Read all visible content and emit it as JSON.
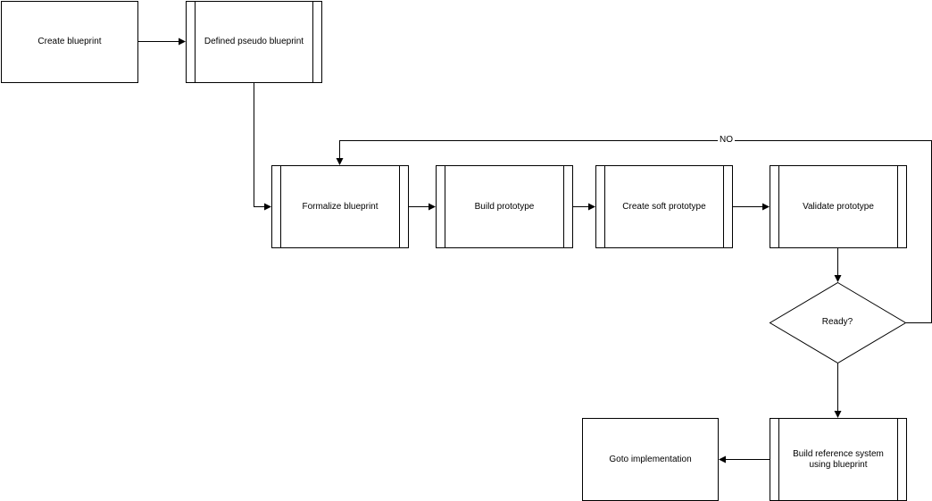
{
  "nodes": {
    "create_blueprint": "Create blueprint",
    "defined_pseudo_blueprint": "Defined pseudo blueprint",
    "formalize_blueprint": "Formalize blueprint",
    "build_prototype": "Build prototype",
    "create_soft_prototype": "Create soft prototype",
    "validate_prototype": "Validate prototype",
    "ready_decision": "Ready?",
    "build_reference_system": "Build reference system using blueprint",
    "goto_implementation": "Goto implementation"
  },
  "edges": {
    "no_label": "NO"
  }
}
